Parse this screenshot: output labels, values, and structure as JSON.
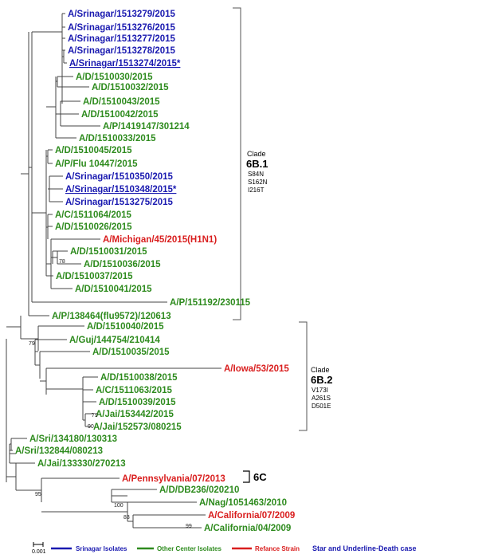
{
  "colors": {
    "srinagar": "#1a1ab0",
    "other": "#2e8b1e",
    "reference": "#d91e1e",
    "branch": "#444444",
    "bracket": "#555555"
  },
  "leaves": [
    {
      "label": "A/Srinagar/1513279/2015",
      "group": "srinagar",
      "underline": false
    },
    {
      "label": "A/Srinagar/1513276/2015",
      "group": "srinagar",
      "underline": false
    },
    {
      "label": "A/Srinagar/1513277/2015",
      "group": "srinagar",
      "underline": false
    },
    {
      "label": "A/Srinagar/1513278/2015",
      "group": "srinagar",
      "underline": false
    },
    {
      "label": "A/Srinagar/1513274/2015*",
      "group": "srinagar",
      "underline": true
    },
    {
      "label": "A/D/1510030/2015",
      "group": "other",
      "underline": false
    },
    {
      "label": "A/D/1510032/2015",
      "group": "other",
      "underline": false
    },
    {
      "label": "A/D/1510043/2015",
      "group": "other",
      "underline": false
    },
    {
      "label": "A/D/1510042/2015",
      "group": "other",
      "underline": false
    },
    {
      "label": "A/P/1419147/301214",
      "group": "other",
      "underline": false
    },
    {
      "label": "A/D/1510033/2015",
      "group": "other",
      "underline": false
    },
    {
      "label": "A/D/1510045/2015",
      "group": "other",
      "underline": false
    },
    {
      "label": "A/P/Flu 10447/2015",
      "group": "other",
      "underline": false
    },
    {
      "label": "A/Srinagar/1510350/2015",
      "group": "srinagar",
      "underline": false
    },
    {
      "label": "A/Srinagar/1510348/2015*",
      "group": "srinagar",
      "underline": true
    },
    {
      "label": "A/Srinagar/1513275/2015",
      "group": "srinagar",
      "underline": false
    },
    {
      "label": "A/C/1511064/2015",
      "group": "other",
      "underline": false
    },
    {
      "label": "A/D/1510026/2015",
      "group": "other",
      "underline": false
    },
    {
      "label": "A/Michigan/45/2015(H1N1)",
      "group": "reference",
      "underline": false
    },
    {
      "label": "A/D/1510031/2015",
      "group": "other",
      "underline": false
    },
    {
      "label": "A/D/1510036/2015",
      "group": "other",
      "underline": false
    },
    {
      "label": "A/D/1510037/2015",
      "group": "other",
      "underline": false
    },
    {
      "label": "A/D/1510041/2015",
      "group": "other",
      "underline": false
    },
    {
      "label": "A/P/151192/230115",
      "group": "other",
      "underline": false
    },
    {
      "label": "A/P/138464(flu9572)/120613",
      "group": "other",
      "underline": false
    },
    {
      "label": "A/D/1510040/2015",
      "group": "other",
      "underline": false
    },
    {
      "label": "A/Guj/144754/210414",
      "group": "other",
      "underline": false
    },
    {
      "label": "A/D/1510035/2015",
      "group": "other",
      "underline": false
    },
    {
      "label": "A/Iowa/53/2015",
      "group": "reference",
      "underline": false
    },
    {
      "label": "A/D/1510038/2015",
      "group": "other",
      "underline": false
    },
    {
      "label": "A/C/1511063/2015",
      "group": "other",
      "underline": false
    },
    {
      "label": "A/D/1510039/2015",
      "group": "other",
      "underline": false
    },
    {
      "label": "A/Jai/153442/2015",
      "group": "other",
      "underline": false
    },
    {
      "label": "A/Jai/152573/080215",
      "group": "other",
      "underline": false
    },
    {
      "label": "A/Sri/134180/130313",
      "group": "other",
      "underline": false
    },
    {
      "label": "A/Sri/132844/080213",
      "group": "other",
      "underline": false
    },
    {
      "label": "A/Jai/133330/270213",
      "group": "other",
      "underline": false
    },
    {
      "label": "A/Pennsylvania/07/2013",
      "group": "reference",
      "underline": false
    },
    {
      "label": "A/D/DB236/020210",
      "group": "other",
      "underline": false
    },
    {
      "label": "A/Nag/1051463/2010",
      "group": "other",
      "underline": false
    },
    {
      "label": "A/California/07/2009",
      "group": "reference",
      "underline": false
    },
    {
      "label": "A/California/04/2009",
      "group": "other",
      "underline": false
    }
  ],
  "bootstrap": [
    "78",
    "79",
    "79",
    "90",
    "95",
    "100",
    "83",
    "99"
  ],
  "clades": [
    {
      "word": "Clade",
      "name": "6B.1",
      "mutations": [
        "S84N",
        "S162N",
        "I216T"
      ]
    },
    {
      "word": "Clade",
      "name": "6B.2",
      "mutations": [
        "V173I",
        "A261S",
        "D501E"
      ]
    },
    {
      "word": "",
      "name": "6C",
      "mutations": []
    }
  ],
  "scale": {
    "label": "0.001"
  },
  "legend": [
    {
      "label": "Srinagar Isolates",
      "group": "srinagar"
    },
    {
      "label": "Other Center Isolates",
      "group": "other"
    },
    {
      "label": "Refance Strain",
      "group": "reference"
    }
  ],
  "legend_note": "Star and Underline-Death case"
}
